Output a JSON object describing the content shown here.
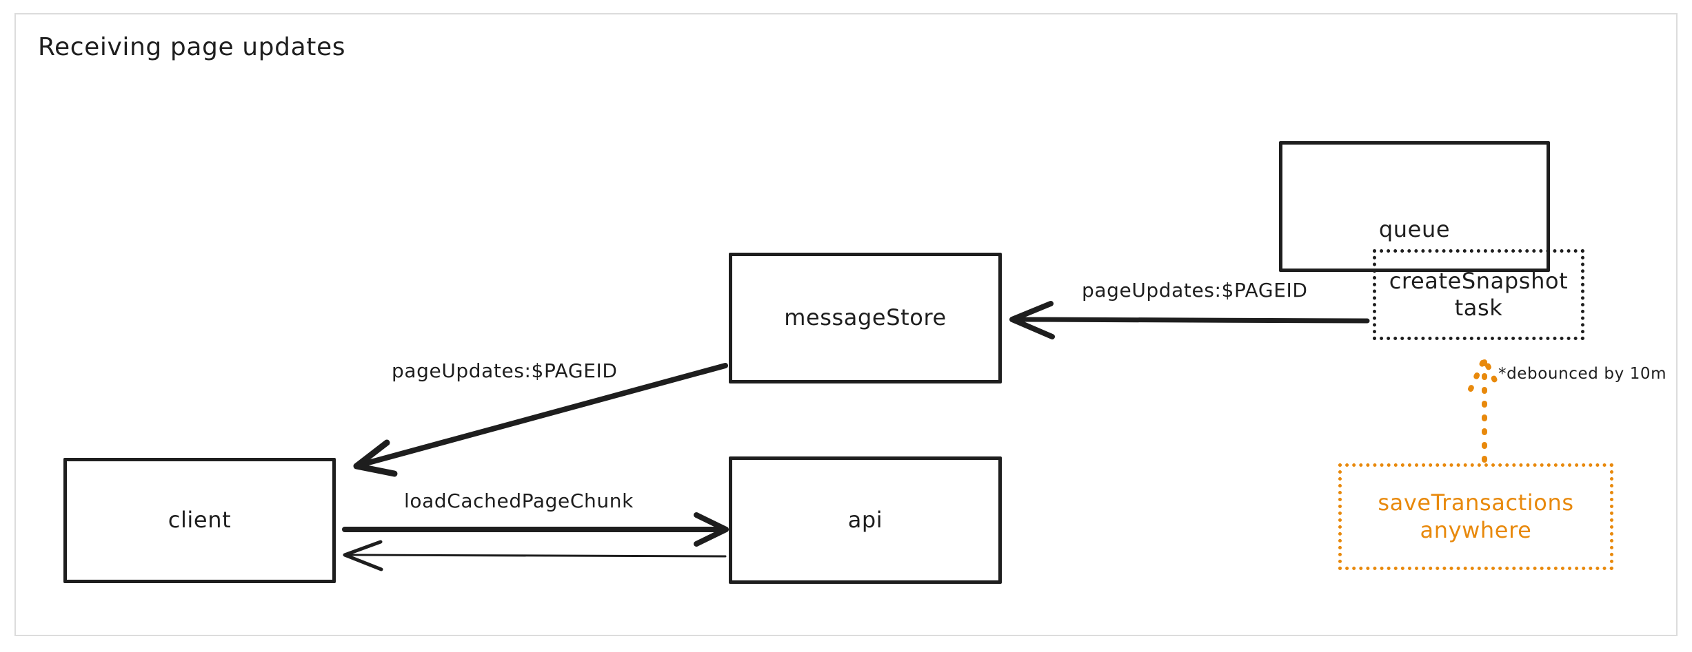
{
  "diagram": {
    "title": "Receiving page updates",
    "accent_color": "#e8890c",
    "ink_color": "#1e1e1e",
    "frame_color": "#dcdcdc",
    "nodes": [
      {
        "id": "queue",
        "label": "queue",
        "style": "solid"
      },
      {
        "id": "createsnapshot",
        "label": "createSnapshot\ntask",
        "style": "dotted-black"
      },
      {
        "id": "messagestore",
        "label": "messageStore",
        "style": "solid"
      },
      {
        "id": "client",
        "label": "client",
        "style": "solid"
      },
      {
        "id": "api",
        "label": "api",
        "style": "solid"
      },
      {
        "id": "savetransactions",
        "label": "saveTransactions\nanywhere",
        "style": "dotted-orange"
      }
    ],
    "edges": [
      {
        "id": "snapshot-to-messagestore",
        "from": "createsnapshot",
        "to": "messagestore",
        "label": "pageUpdates:$PAGEID",
        "style": "solid-arrow"
      },
      {
        "id": "messagestore-to-client",
        "from": "messagestore",
        "to": "client",
        "label": "pageUpdates:$PAGEID",
        "style": "solid-arrow"
      },
      {
        "id": "client-to-api",
        "from": "client",
        "to": "api",
        "label": "loadCachedPageChunk",
        "style": "solid-arrow"
      },
      {
        "id": "api-to-client",
        "from": "api",
        "to": "client",
        "label": "",
        "style": "thin-arrow"
      },
      {
        "id": "savetransactions-to-createsnapshot",
        "from": "savetransactions",
        "to": "createsnapshot",
        "label": "*debounced by 10m",
        "style": "dotted-orange-arrow"
      }
    ],
    "annotations": [
      {
        "id": "debounce-note",
        "text": "*debounced by 10m"
      }
    ]
  }
}
